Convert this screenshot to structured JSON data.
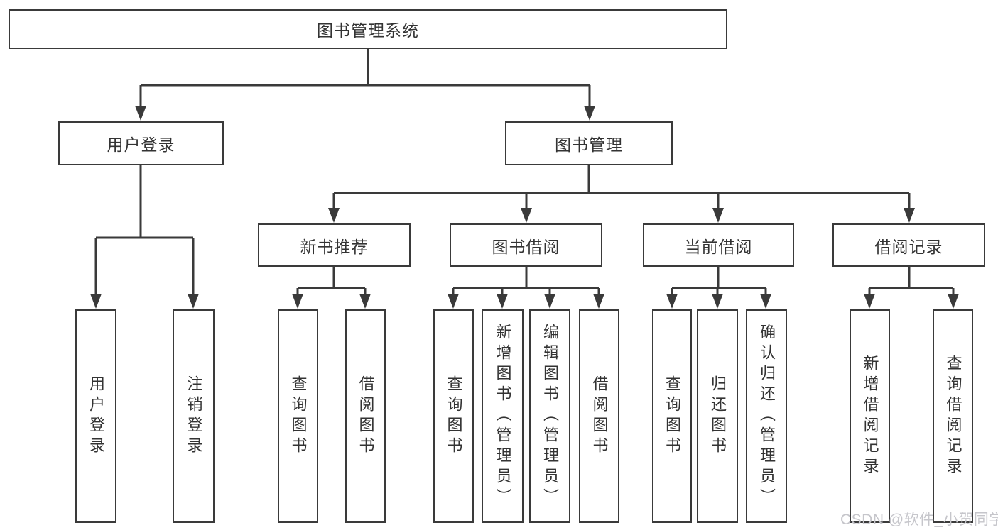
{
  "diagram": {
    "type": "tree-hierarchy",
    "title": "图书管理系统",
    "colors": {
      "line": "#3a3a3a",
      "text": "#333333",
      "background": "#ffffff",
      "watermark_text": "#c6c6cb"
    },
    "nodes": {
      "root": "图书管理系统",
      "user_login": "用户登录",
      "book_management": "图书管理",
      "new_book_recommend": "新书推荐",
      "book_borrowing": "图书借阅",
      "current_borrowing": "当前借阅",
      "borrowing_records": "借阅记录",
      "leaf_user_login": "用户登录",
      "leaf_logout": "注销登录",
      "nb_query_books": "查询图书",
      "nb_borrow_books": "借阅图书",
      "bb_query_books": "查询图书",
      "bb_add_books": "新增图书（管理员）",
      "bb_edit_books": "编辑图书（管理员）",
      "bb_borrow_books": "借阅图书",
      "cb_query_books": "查询图书",
      "cb_return_books": "归还图书",
      "cb_confirm_return": "确认归还（管理员）",
      "br_add_record": "新增借阅记录",
      "br_query_record": "查询借阅记录"
    },
    "edges": {
      "root": [
        "user_login",
        "book_management"
      ],
      "user_login": [
        "leaf_user_login",
        "leaf_logout"
      ],
      "book_management": [
        "new_book_recommend",
        "book_borrowing",
        "current_borrowing",
        "borrowing_records"
      ],
      "new_book_recommend": [
        "nb_query_books",
        "nb_borrow_books"
      ],
      "book_borrowing": [
        "bb_query_books",
        "bb_add_books",
        "bb_edit_books",
        "bb_borrow_books"
      ],
      "current_borrowing": [
        "cb_query_books",
        "cb_return_books",
        "cb_confirm_return"
      ],
      "borrowing_records": [
        "br_add_record",
        "br_query_record"
      ]
    },
    "watermark": "CSDN @软件_小贺同学"
  }
}
